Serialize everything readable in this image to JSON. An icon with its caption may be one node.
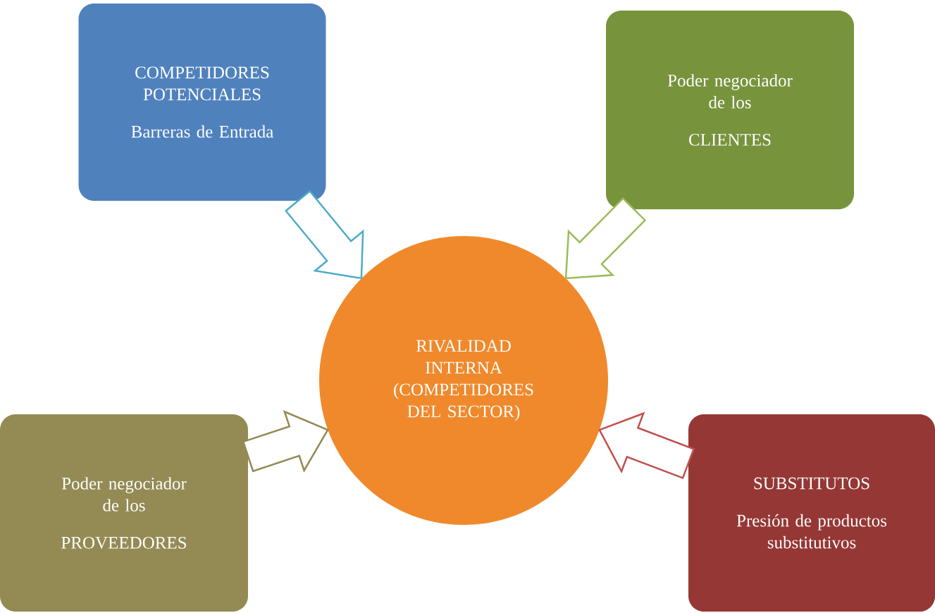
{
  "diagram": {
    "nodes": [
      {
        "text": [
          "COMPETIDORES POTENCIALES",
          "Barreras de Entrada"
        ]
      },
      {
        "text": [
          "Poder negociador de los",
          "CLIENTES"
        ]
      },
      {
        "text": [
          "RIVALIDAD INTERNA (COMPETIDORES DEL SECTOR)"
        ]
      },
      {
        "text": [
          "Poder negociador de los",
          "PROVEEDORES"
        ]
      },
      {
        "text": [
          "SUBSTITUTOS",
          "Presión de productos substitutivos"
        ]
      }
    ],
    "edges": [
      {
        "from": 0,
        "to": 2,
        "arrow": "to",
        "color": "#4bacc6"
      },
      {
        "from": 1,
        "to": 2,
        "arrow": "to",
        "color": "#9bbb59"
      },
      {
        "from": 3,
        "to": 2,
        "arrow": "to",
        "color": "#938953"
      },
      {
        "from": 4,
        "to": 2,
        "arrow": "to",
        "color": "#c0504d"
      }
    ]
  }
}
